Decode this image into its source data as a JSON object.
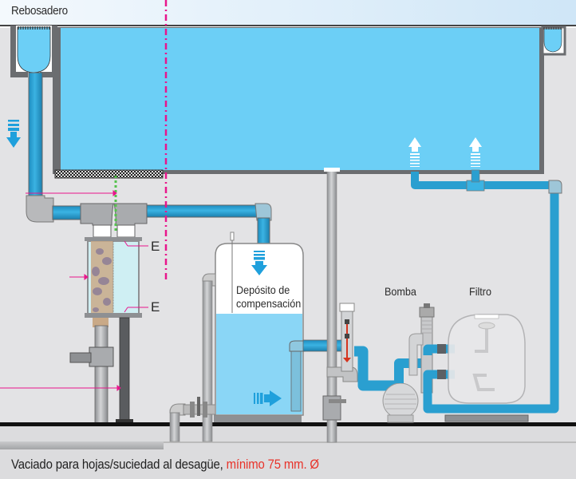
{
  "labels": {
    "overflow_channel": "Rebosadero",
    "sensor_upper": "E",
    "sensor_lower": "E",
    "compensation_tank_line1": "Depósito de",
    "compensation_tank_line2": "compensación",
    "pump": "Bomba",
    "filter": "Filtro"
  },
  "caption": {
    "text": "Vaciado para hojas/suciedad al desagüe, ",
    "highlight": "mínimo 75 mm. Ø"
  },
  "colors": {
    "water": "#6ccff6",
    "pipe_blue": "#2a9fd0",
    "pipe_grey": "#a9abae",
    "annotation": "#e8168c",
    "highlight_text": "#e8332a",
    "background": "#e3e3e5"
  }
}
